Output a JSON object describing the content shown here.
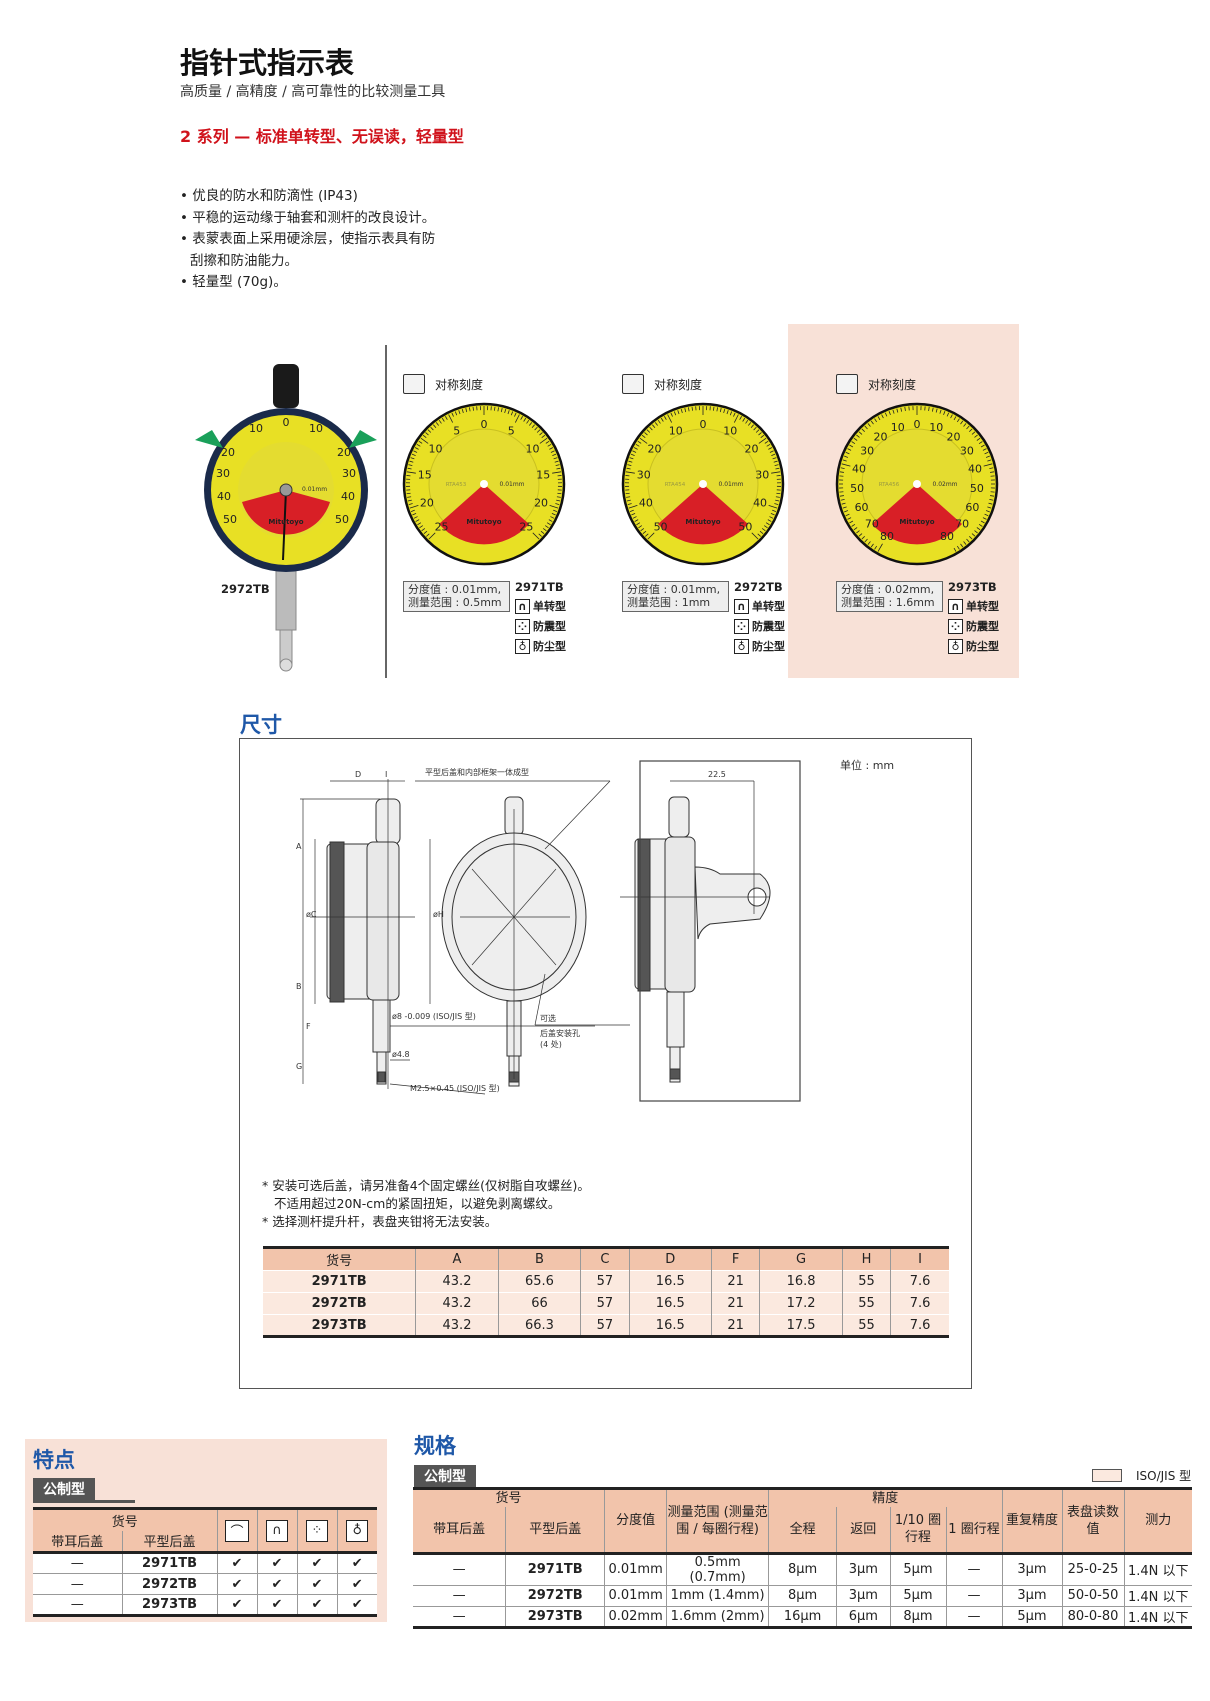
{
  "header": {
    "title": "指针式指示表",
    "subtitle": "高质量 / 高精度 / 高可靠性的比较测量工具",
    "series": "2 系列 — 标准单转型、无误读，轻量型"
  },
  "bullets": [
    "• 优良的防水和防滴性 (IP43)",
    "• 平稳的运动缘于轴套和测杆的改良设计。",
    "• 表蒙表面上采用硬涂层，使指示表具有防刮擦和防油能力。",
    "• 轻量型 (70g)。"
  ],
  "photo": {
    "model": "2972TB",
    "brand": "Mitutoyo",
    "res": "0.01mm"
  },
  "colors": {
    "dial_yellow": "#e8e024",
    "dial_red": "#d81f26",
    "pointer_green": "#1aa05a",
    "title_blue": "#1f58a8",
    "series_red": "#d0121b",
    "table_header": "#f2c4ab",
    "table_row": "#fbe9df",
    "panel_pink": "#f8e1d7"
  },
  "dials": [
    {
      "header": "对称刻度",
      "labels": [
        0,
        5,
        10,
        15,
        20,
        25
      ],
      "max": 25,
      "res": "0.01mm",
      "code": "RTA453",
      "brand": "Mitutoyo",
      "info1": "分度值 : 0.01mm,",
      "info2": "测量范围 : 0.5mm",
      "model": "2971TB",
      "features": [
        "单转型",
        "防震型",
        "防尘型"
      ]
    },
    {
      "header": "对称刻度",
      "labels": [
        0,
        10,
        20,
        30,
        40,
        50
      ],
      "max": 50,
      "res": "0.01mm",
      "code": "RTA454",
      "brand": "Mitutoyo",
      "info1": "分度值 : 0.01mm,",
      "info2": "测量范围 : 1mm",
      "model": "2972TB",
      "features": [
        "单转型",
        "防震型",
        "防尘型"
      ]
    },
    {
      "header": "对称刻度",
      "labels": [
        0,
        10,
        20,
        30,
        40,
        50,
        60,
        70,
        80
      ],
      "max": 80,
      "res": "0.02mm",
      "code": "RTA456",
      "brand": "Mitutoyo",
      "info1": "分度值 : 0.02mm,",
      "info2": "测量范围 : 1.6mm",
      "model": "2973TB",
      "features": [
        "单转型",
        "防震型",
        "防尘型"
      ]
    }
  ],
  "dimensions": {
    "title": "尺寸",
    "unit": "单位 : mm",
    "labels": {
      "D": "D",
      "I": "I",
      "A": "A",
      "B": "B",
      "C": "øC",
      "H": "øH",
      "F": "F",
      "G": "G",
      "flat": "平型后盖和内部框架一体成型",
      "stem": "ø8 -0.009 (ISO/JIS 型)",
      "spindle": "ø4.8",
      "thread": "M2.5×0.45 (ISO/JIS 型)",
      "opt1": "可选",
      "opt2": "后盖安装孔",
      "opt3": "(4 处)",
      "lug": "22.5"
    },
    "notes": [
      "* 安装可选后盖，请另准备4个固定螺丝(仅树脂自攻螺丝)。",
      "  不适用超过20N-cm的紧固扭矩，以避免剥离螺纹。",
      "* 选择测杆提升杆，表盘夹钳将无法安装。"
    ],
    "table": {
      "headers": [
        "货号",
        "A",
        "B",
        "C",
        "D",
        "F",
        "G",
        "H",
        "I"
      ],
      "rows": [
        [
          "2971TB",
          "43.2",
          "65.6",
          "57",
          "16.5",
          "21",
          "16.8",
          "55",
          "7.6"
        ],
        [
          "2972TB",
          "43.2",
          "66",
          "57",
          "16.5",
          "21",
          "17.2",
          "55",
          "7.6"
        ],
        [
          "2973TB",
          "43.2",
          "66.3",
          "57",
          "16.5",
          "21",
          "17.5",
          "55",
          "7.6"
        ]
      ]
    }
  },
  "features_panel": {
    "title": "特点",
    "tag": "公制型",
    "h_model": "货号",
    "h_lug": "带耳后盖",
    "h_flat": "平型后盖",
    "icons": [
      "symmetric-scale",
      "single-revolution",
      "shockproof",
      "dustproof"
    ],
    "rows": [
      {
        "lug": "—",
        "flat": "2971TB",
        "checks": [
          "✔",
          "✔",
          "✔",
          "✔"
        ]
      },
      {
        "lug": "—",
        "flat": "2972TB",
        "checks": [
          "✔",
          "✔",
          "✔",
          "✔"
        ]
      },
      {
        "lug": "—",
        "flat": "2973TB",
        "checks": [
          "✔",
          "✔",
          "✔",
          "✔"
        ]
      }
    ]
  },
  "specs": {
    "title": "规格",
    "tag": "公制型",
    "legend": "ISO/JIS 型",
    "h": {
      "model": "货号",
      "lug": "带耳后盖",
      "flat": "平型后盖",
      "grad": "分度值",
      "range": "测量范围 (测量范围 / 每圈行程)",
      "acc": "精度",
      "full": "全程",
      "ret": "返回",
      "tenth": "1/10 圈行程",
      "one": "1 圈行程",
      "rep": "重复精度",
      "dial": "表盘读数值",
      "force": "测力"
    },
    "rows": [
      [
        "—",
        "2971TB",
        "0.01mm",
        "0.5mm (0.7mm)",
        "8μm",
        "3μm",
        "5μm",
        "—",
        "3μm",
        "25-0-25",
        "1.4N 以下"
      ],
      [
        "—",
        "2972TB",
        "0.01mm",
        "1mm (1.4mm)",
        "8μm",
        "3μm",
        "5μm",
        "—",
        "3μm",
        "50-0-50",
        "1.4N 以下"
      ],
      [
        "—",
        "2973TB",
        "0.02mm",
        "1.6mm (2mm)",
        "16μm",
        "6μm",
        "8μm",
        "—",
        "5μm",
        "80-0-80",
        "1.4N 以下"
      ]
    ]
  }
}
